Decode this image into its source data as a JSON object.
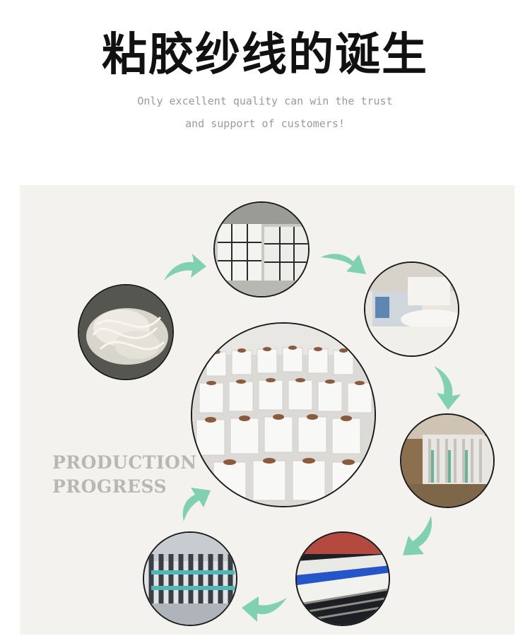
{
  "header": {
    "title": "粘胶纱线的诞生",
    "subtitle_line1": "Only excellent quality can win the trust",
    "subtitle_line2": "and support of customers!"
  },
  "diagram": {
    "label_line1": "PRODUCTION",
    "label_line2": "PROGRESS",
    "accent_color": "#7fd1b2",
    "steps": [
      {
        "icon": "raw-fiber-image"
      },
      {
        "icon": "fiber-bales-image"
      },
      {
        "icon": "carding-machine-image"
      },
      {
        "icon": "drawing-frame-image"
      },
      {
        "icon": "spinning-frame-image"
      },
      {
        "icon": "winding-machine-image"
      },
      {
        "icon": "yarn-cones-image"
      }
    ]
  }
}
